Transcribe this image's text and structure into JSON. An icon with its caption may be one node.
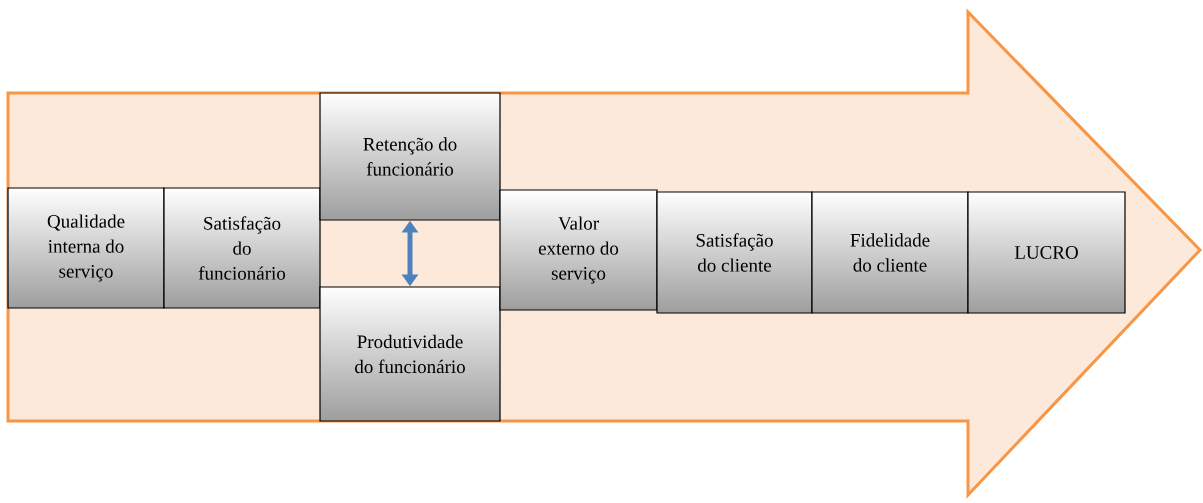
{
  "diagram": {
    "nodes": [
      {
        "text": [
          "Qualidade interna do serviço"
        ]
      },
      {
        "text": [
          "Satisfação do funcionário"
        ]
      },
      {
        "text": [
          "Retenção do funcionário"
        ]
      },
      {
        "text": [
          "Produtividade do funcionário"
        ]
      },
      {
        "text": [
          "Valor externo do serviço"
        ]
      },
      {
        "text": [
          "Satisfação do cliente"
        ]
      },
      {
        "text": [
          "Fidelidade do cliente"
        ]
      },
      {
        "text": [
          "LUCRO"
        ]
      }
    ],
    "edges": [
      {
        "from": 2,
        "to": 3,
        "arrow": "both"
      }
    ]
  }
}
